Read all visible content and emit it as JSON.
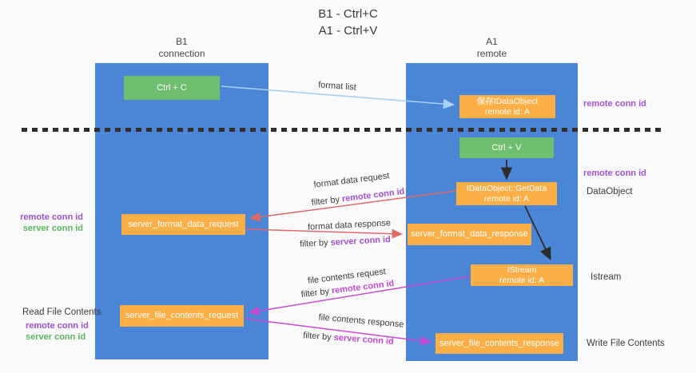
{
  "title": {
    "line1": "B1 - Ctrl+C",
    "line2": "A1 - Ctrl+V"
  },
  "lanes": {
    "left": {
      "name": "B1",
      "role": "connection"
    },
    "right": {
      "name": "A1",
      "role": "remote"
    }
  },
  "nodes": {
    "ctrl_c": {
      "label": "Ctrl + C"
    },
    "ctrl_v": {
      "label": "Ctrl + V"
    },
    "save_dataobject": {
      "line1": "保存IDataObject",
      "line2": "remote id: A"
    },
    "getdata": {
      "line1": "IDataObject::GetData",
      "line2": "remote id: A"
    },
    "istream": {
      "line1": "IStream",
      "line2": "remote id: A"
    },
    "format_request": {
      "label": "server_format_data_request"
    },
    "format_response": {
      "label": "server_format_data_response"
    },
    "file_request": {
      "label": "server_file_contents_request"
    },
    "file_response": {
      "label": "server_file_contents_response"
    }
  },
  "left_annotations": {
    "format_remote": "remote conn id",
    "format_server": "server conn id",
    "read_title": "Read File Contents",
    "file_remote": "remote conn id",
    "file_server": "server conn id"
  },
  "right_annotations": {
    "top_remote_conn": "remote conn id",
    "mid_remote_conn": "remote conn id",
    "dataobject": "DataObject",
    "istream": "Istream",
    "write_title": "Write File Contents"
  },
  "edge_labels": {
    "format_list": "format list",
    "format_request": "format data request",
    "format_request_filter_prefix": "filter by ",
    "format_request_filter_key": "remote conn id",
    "format_response": "format data response",
    "format_response_filter_prefix": "filter by ",
    "format_response_filter_key": "server conn id",
    "file_request": "file contents request",
    "file_request_filter_prefix": "filter by ",
    "file_request_filter_key": "remote conn id",
    "file_response": "file contents response",
    "file_response_filter_prefix": "filter by ",
    "file_response_filter_key": "server conn id"
  },
  "colors": {
    "lane_blue": "#4a85d6",
    "node_orange": "#fbaf46",
    "node_green": "#70be70",
    "arrow_salmon": "#e06a6a",
    "arrow_magenta": "#c94ad2",
    "arrow_lightblue": "#a6d1f2",
    "arrow_black": "#2d2d2d",
    "text_purple": "#a24fd0",
    "text_green": "#58b55c",
    "divider_dark": "#2f2f2f"
  }
}
